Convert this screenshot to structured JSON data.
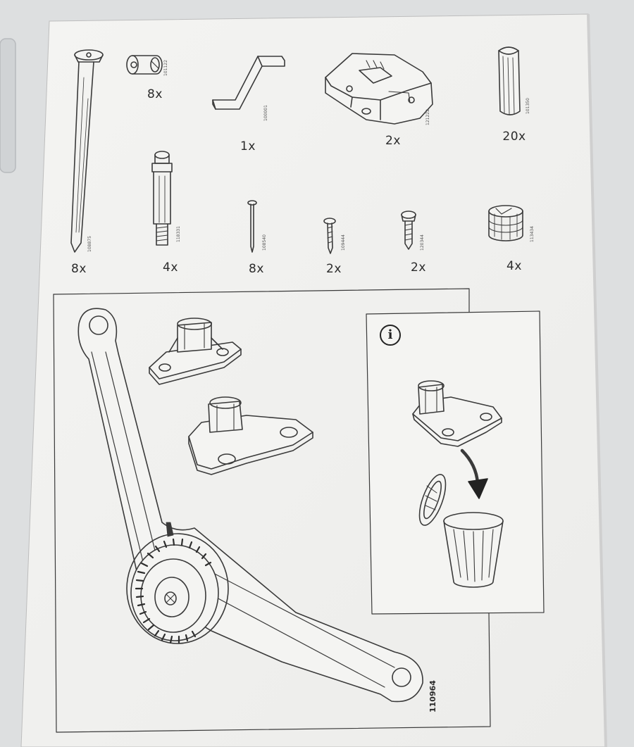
{
  "page": {
    "colors": {
      "paper": "#f2f2f0",
      "line": "#3a3a3a",
      "background": "#d9dadd"
    }
  },
  "parts": [
    {
      "id": "long-bolt",
      "qty": "8x",
      "code": "108875",
      "icon": "long-bolt-icon"
    },
    {
      "id": "cam-dowel",
      "qty": "8x",
      "code": "101122",
      "icon": "cam-dowel-icon"
    },
    {
      "id": "allen-key",
      "qty": "1x",
      "code": "100001",
      "icon": "allen-key-icon"
    },
    {
      "id": "hinge-plate",
      "qty": "2x",
      "code": "121222",
      "icon": "hinge-plate-icon"
    },
    {
      "id": "wood-dowel",
      "qty": "20x",
      "code": "101350",
      "icon": "wood-dowel-icon"
    },
    {
      "id": "connector-bolt",
      "qty": "4x",
      "code": "118331",
      "icon": "connector-bolt-icon"
    },
    {
      "id": "nail",
      "qty": "8x",
      "code": "108540",
      "icon": "nail-icon"
    },
    {
      "id": "short-screw",
      "qty": "2x",
      "code": "109444",
      "icon": "short-screw-icon"
    },
    {
      "id": "torx-screw",
      "qty": "2x",
      "code": "120344",
      "icon": "torx-screw-icon"
    },
    {
      "id": "cam-lock",
      "qty": "4x",
      "code": "113434",
      "icon": "cam-lock-icon"
    }
  ],
  "assembly": {
    "arm_code": "110964",
    "info_symbol": "i",
    "icons": [
      "lift-arm-icon",
      "mounting-bracket-icon",
      "discard-arrow-icon",
      "trash-bin-icon"
    ]
  }
}
